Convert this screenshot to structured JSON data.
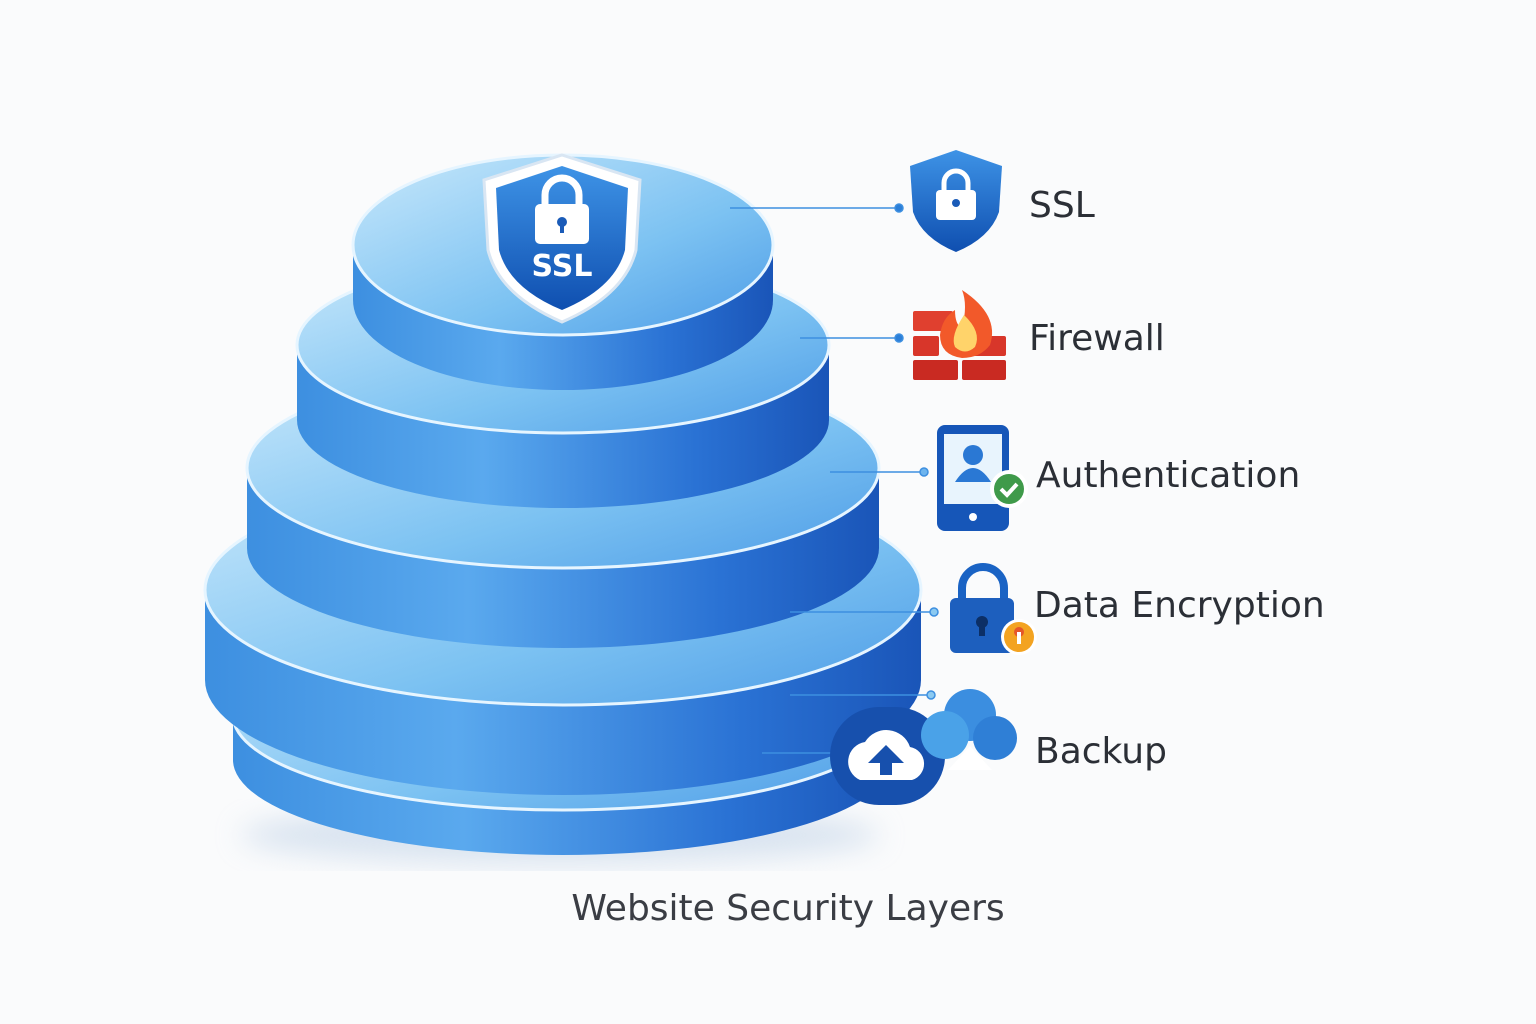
{
  "title": "Website Security Layers",
  "shield_text": "SSL",
  "layers": [
    {
      "label": "SSL",
      "icon": "shield-lock-icon"
    },
    {
      "label": "Firewall",
      "icon": "firewall-icon"
    },
    {
      "label": "Authentication",
      "icon": "mobile-auth-icon"
    },
    {
      "label": "Data Encryption",
      "icon": "padlock-key-icon"
    },
    {
      "label": "Backup",
      "icon": "cloud-backup-icon"
    }
  ],
  "colors": {
    "accent": "#1e6fd0",
    "light": "#9fd3f5",
    "dark": "#1552b0",
    "text": "#2b2f36"
  }
}
